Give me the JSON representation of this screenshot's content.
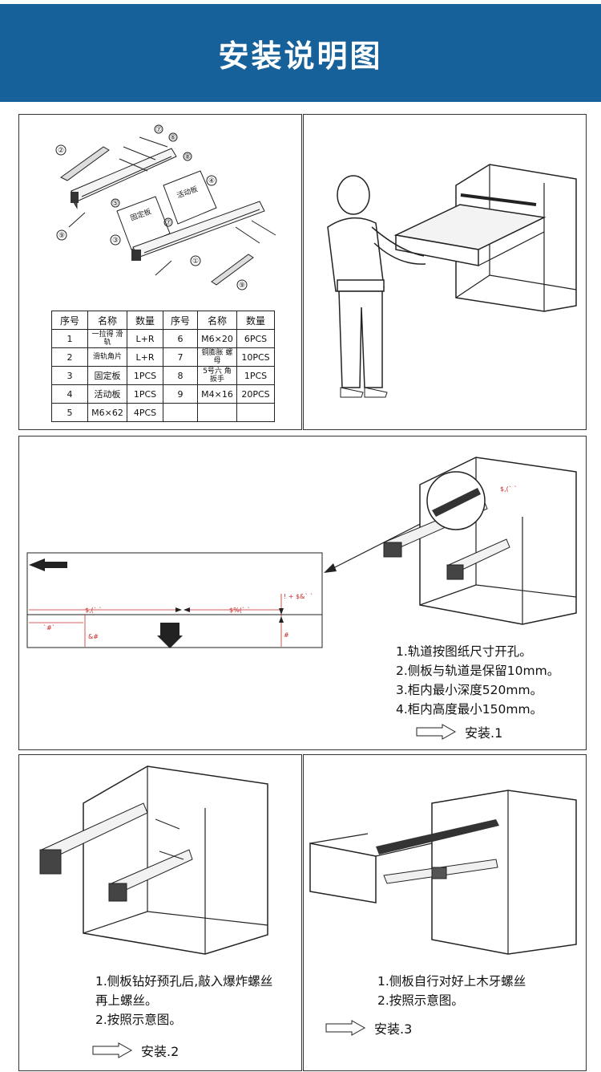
{
  "header": {
    "title": "安装说明图"
  },
  "parts": {
    "headers": [
      "序号",
      "名称",
      "数量",
      "序号",
      "名称",
      "数量"
    ],
    "rows": [
      [
        "1",
        "一拉得 滑轨",
        "L+R",
        "6",
        "M6×20",
        "6PCS"
      ],
      [
        "2",
        "滑轨角片",
        "L+R",
        "7",
        "铜膨胀 螺母",
        "10PCS"
      ],
      [
        "3",
        "固定板",
        "1PCS",
        "8",
        "5号六 角扳手",
        "1PCS"
      ],
      [
        "4",
        "活动板",
        "1PCS",
        "9",
        "M4×16",
        "20PCS"
      ],
      [
        "5",
        "M6×62",
        "4PCS",
        "",
        "",
        ""
      ]
    ]
  },
  "exploded": {
    "callouts": [
      "①",
      "②",
      "③",
      "④",
      "⑤",
      "⑥",
      "⑦",
      "⑧",
      "⑨"
    ],
    "plate_fixed": "固定板",
    "plate_moving": "活动板"
  },
  "step1": {
    "lines": [
      "1.轨道按图纸尺寸开孔。",
      "2.侧板与轨道是保留10mm。",
      "3.柜内最小深度520mm。",
      "4.柜内高度最小150mm。"
    ],
    "label": "安装.1",
    "dims": [
      "$,(`  `",
      "$%(`  `",
      "! + $&`  `",
      "`#`",
      "&#",
      "#"
    ]
  },
  "step2": {
    "lines": [
      "1.侧板钻好预孔后,敲入爆炸螺丝",
      "再上螺丝。",
      "2.按照示意图。"
    ],
    "label": "安装.2"
  },
  "step3": {
    "lines": [
      "1.侧板自行对好上木牙螺丝",
      "2.按照示意图。"
    ],
    "label": "安装.3"
  },
  "colors": {
    "header": "#17619a",
    "dimension": "#c62828"
  }
}
